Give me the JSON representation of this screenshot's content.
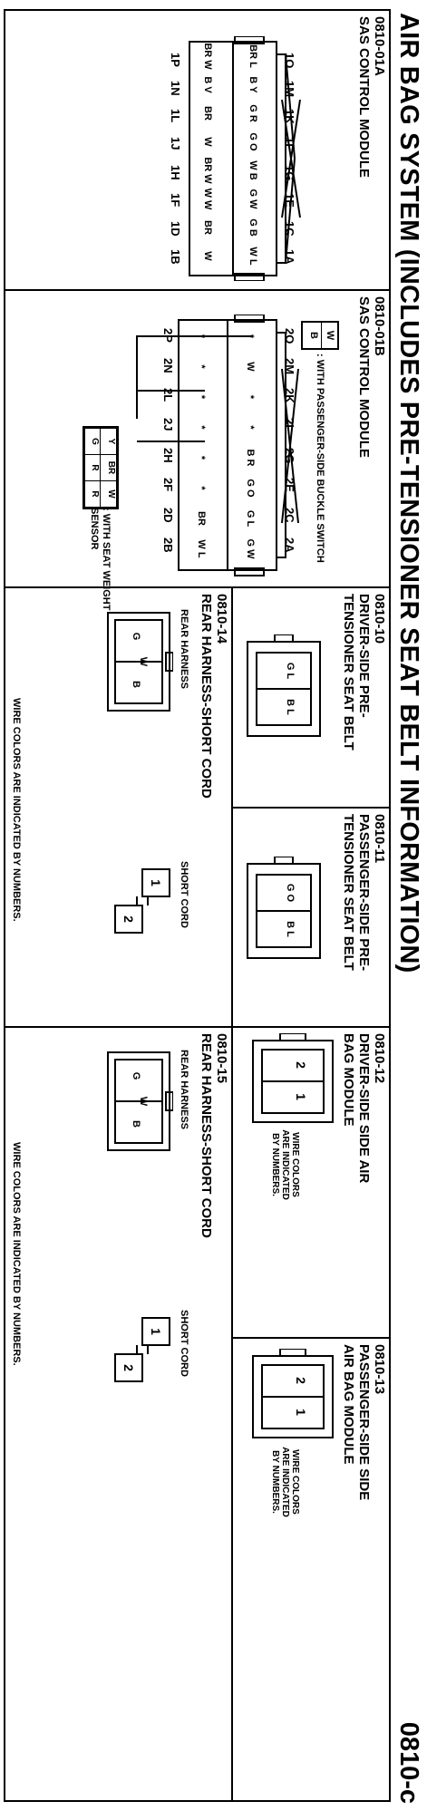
{
  "title": "AIR BAG SYSTEM (INCLUDES PRE-TENSIONER SEAT BELT INFORMATION)",
  "page_code": "0810-c",
  "panels": {
    "p01a": {
      "code": "0810-01A",
      "name": "SAS CONTROL MODULE",
      "top_pins": [
        "1O",
        "1M",
        "1K",
        "1I",
        "1G",
        "1E",
        "1C",
        "1A"
      ],
      "bottom_pins": [
        "1P",
        "1N",
        "1L",
        "1J",
        "1H",
        "1F",
        "1D",
        "1B"
      ],
      "top_cells": [
        [
          "BR",
          "L"
        ],
        [
          "B",
          "Y"
        ],
        [
          "G",
          "R"
        ],
        [
          "G",
          "O"
        ],
        [
          "W",
          "B"
        ],
        [
          "G",
          "W"
        ],
        [
          "G",
          "B"
        ],
        [
          "W",
          "L"
        ]
      ],
      "bottom_cells": [
        [
          "BR",
          "W"
        ],
        [
          "B",
          "V"
        ],
        [
          "BR",
          ""
        ],
        [
          "W",
          ""
        ],
        [
          "BR",
          "W"
        ],
        [
          "W",
          "W"
        ],
        [
          "BR",
          ""
        ],
        [
          "W",
          ""
        ]
      ]
    },
    "p01b": {
      "code": "0810-01B",
      "name": "SAS CONTROL MODULE",
      "top_pins": [
        "2O",
        "2M",
        "2K",
        "2I",
        "2G",
        "2E",
        "2C",
        "2A"
      ],
      "bottom_pins": [
        "2P",
        "2N",
        "2L",
        "2J",
        "2H",
        "2F",
        "2D",
        "2B"
      ],
      "top_cells": [
        "*",
        "W",
        "*",
        "*",
        "B R",
        "G O",
        "G L",
        "G W"
      ],
      "bottom_cells": [
        "*",
        "*",
        "*",
        "*",
        "*",
        "*",
        "BR",
        "W L"
      ],
      "switch_note": ": WITH PASSENGER-SIDE BUCKLE SWITCH",
      "switch_box": [
        "W",
        "B"
      ],
      "weight_note": ": WITH SEAT WEIGHT",
      "weight_note2": "SENSOR",
      "weight_box_top": [
        "Y",
        "BR",
        "W"
      ],
      "weight_box_bottom": [
        "G",
        "R",
        "R"
      ]
    },
    "p10": {
      "code": "0810-10",
      "name1": "DRIVER-SIDE PRE-",
      "name2": "TENSIONER SEAT BELT",
      "cells": [
        "G L",
        "B L"
      ]
    },
    "p11": {
      "code": "0810-11",
      "name1": "PASSENGER-SIDE PRE-",
      "name2": "TENSIONER SEAT BELT",
      "cells": [
        "G O",
        "B L"
      ]
    },
    "p12": {
      "code": "0810-12",
      "name1": "DRIVER-SIDE SIDE AIR",
      "name2": "BAG MODULE",
      "cells": [
        "2",
        "1"
      ],
      "note": "WIRE COLORS ARE INDICATED BY NUMBERS."
    },
    "p13": {
      "code": "0810-13",
      "name1": "PASSENGER-SIDE SIDE",
      "name2": "AIR BAG MODULE",
      "cells": [
        "2",
        "1"
      ],
      "note": "WIRE COLORS ARE INDICATED BY NUMBERS."
    },
    "p14": {
      "code": "0810-14",
      "name": "REAR HARNESS-SHORT CORD",
      "rear_label": "REAR HARNESS",
      "short_label": "SHORT CORD",
      "cells": [
        "G",
        "W",
        "B"
      ],
      "short_cells": [
        "1",
        "2"
      ],
      "footer": "WIRE COLORS ARE INDICATED BY NUMBERS."
    },
    "p15": {
      "code": "0810-15",
      "name": "REAR HARNESS-SHORT CORD",
      "rear_label": "REAR HARNESS",
      "short_label": "SHORT CORD",
      "cells": [
        "G",
        "W",
        "B"
      ],
      "short_cells": [
        "1",
        "2"
      ],
      "footer": "WIRE COLORS ARE INDICATED BY NUMBERS."
    }
  }
}
